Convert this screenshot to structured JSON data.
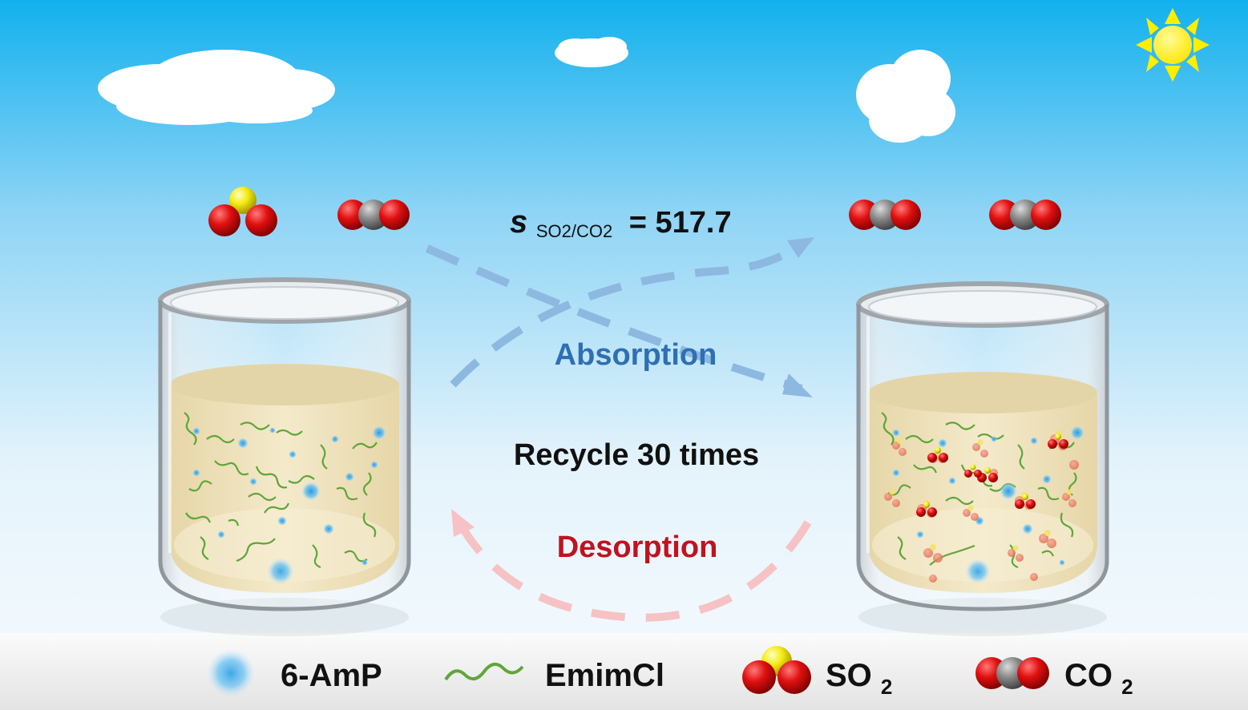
{
  "selectivity": {
    "symbol": "s",
    "subscript": "SO2/CO2",
    "relation": "= 517.7"
  },
  "labels": {
    "absorption": "Absorption",
    "recycle": "Recycle 30 times",
    "desorption": "Desorption"
  },
  "legend": {
    "amp": "6-AmP",
    "emimcl": "EmimCl",
    "so2_base": "SO",
    "so2_sub": "2",
    "co2_base": "CO",
    "co2_sub": "2"
  },
  "colors": {
    "sky_top": "#17b3ee",
    "sky_bottom": "#e9f5fc",
    "absorption": "#2f6fb3",
    "desorption": "#c1121f",
    "absorption_arrow": "#8db8e0",
    "desorption_arrow": "#f7c2c4",
    "liquid": "#efe2bd",
    "oxygen": "#e01010",
    "sulfur": "#f4ea10",
    "carbon": "#8a8a8a",
    "amp": "#3ea8e8",
    "emimcl": "#5fa63a",
    "sun": "#ffee00"
  }
}
